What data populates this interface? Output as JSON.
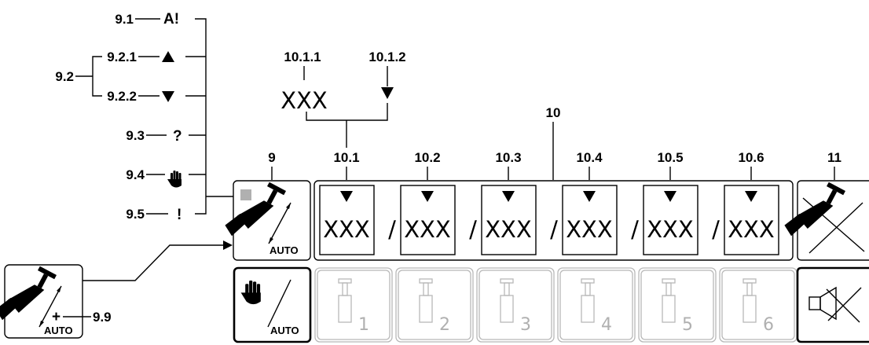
{
  "labels": {
    "l9_1": "9.1",
    "l9_2": "9.2",
    "l9_2_1": "9.2.1",
    "l9_2_2": "9.2.2",
    "l9_3": "9.3",
    "l9_4": "9.4",
    "l9_5": "9.5",
    "l9_9": "9.9",
    "l9": "9",
    "l10": "10",
    "l11": "11",
    "l10_1_1": "10.1.1",
    "l10_1_2": "10.1.2"
  },
  "symbols": {
    "s9_1": "A!",
    "s9_3": "?",
    "s9_5": "!",
    "legend_xxx": "XXX"
  },
  "top_row": {
    "auto_label": "AUTO",
    "separator": "/",
    "sections": [
      {
        "label": "10.1",
        "value": "XXX"
      },
      {
        "label": "10.2",
        "value": "XXX"
      },
      {
        "label": "10.3",
        "value": "XXX"
      },
      {
        "label": "10.4",
        "value": "XXX"
      },
      {
        "label": "10.5",
        "value": "XXX"
      },
      {
        "label": "10.6",
        "value": "XXX"
      }
    ]
  },
  "bottom_row": {
    "auto_label": "AUTO",
    "cylinders": [
      "1",
      "2",
      "3",
      "4",
      "5",
      "6"
    ]
  },
  "side_button": {
    "plus": "+",
    "auto_label": "AUTO"
  },
  "icons": {
    "warning_hand": "hand-icon",
    "up": "triangle-up-icon",
    "down": "triangle-down-icon",
    "cylinder": "hydraulic-cylinder-icon",
    "mute": "speaker-muted-icon"
  }
}
